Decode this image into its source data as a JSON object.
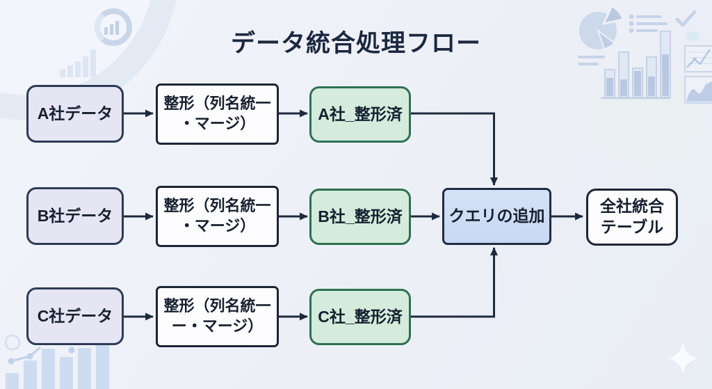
{
  "title": "データ統合処理フロー",
  "rows": [
    {
      "source": "A社データ",
      "process_line1": "整形（列名統一",
      "process_line2": "・マージ）",
      "output": "A社_整形済"
    },
    {
      "source": "B社データ",
      "process_line1": "整形（列名統一",
      "process_line2": "・マージ）",
      "output": "B社_整形済"
    },
    {
      "source": "C社データ",
      "process_line1": "整形（列名統一",
      "process_line2": "ー・マージ）",
      "output": "C社_整形済"
    }
  ],
  "merge": {
    "label": "クエリの追加"
  },
  "result": {
    "line1": "全社統合",
    "line2": "テーブル"
  },
  "decor_icons": [
    "donut-chart-icon",
    "growth-bars-icon",
    "pie-chart-icon",
    "list-icon",
    "checkmark-icon",
    "column-chart-icon",
    "line-chart-icon",
    "area-chart-icon",
    "bars-with-trend-icon",
    "sparkle-icon"
  ],
  "colors": {
    "background": "#edf0f7",
    "title_text": "#1c2840",
    "source_fill": "#e5e5f4",
    "source_border": "#2d3b55",
    "process_fill": "#fdfdff",
    "process_border": "#1c2534",
    "output_fill": "#d5ecdd",
    "output_border": "#2e7050",
    "merge_fill": "#cfdef5",
    "merge_border": "#1e2c44",
    "result_fill": "#fdfdff",
    "result_border": "#1c2534",
    "arrow": "#1e2a3e",
    "decor_blue": "#c8d5e9"
  }
}
